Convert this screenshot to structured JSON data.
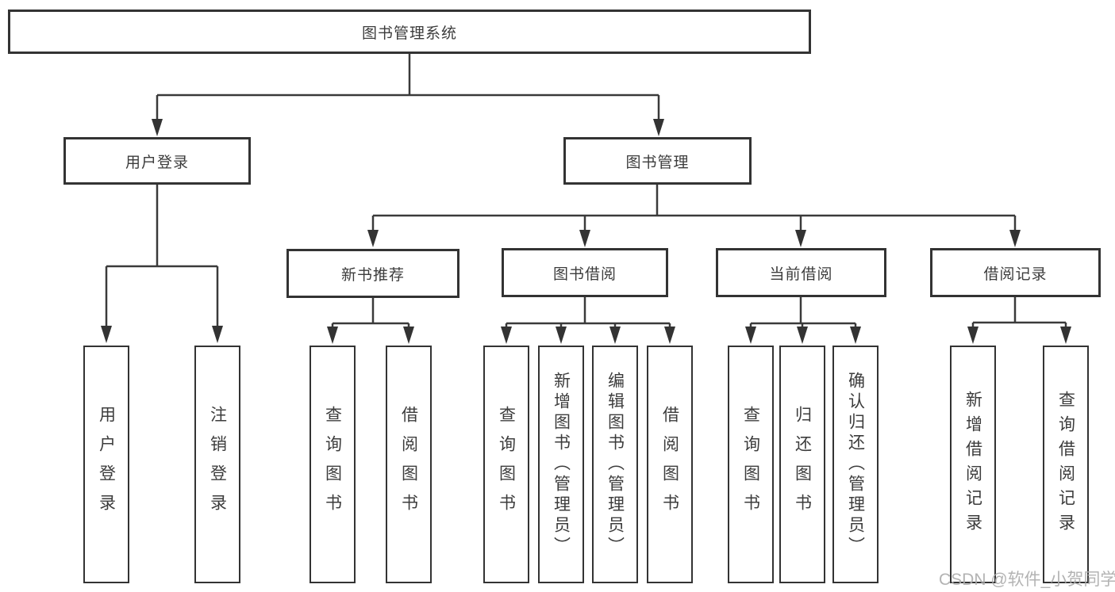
{
  "diagram_type": "hierarchy-tree",
  "colors": {
    "line": "#3a3a3a",
    "box_border": "#333333",
    "box_fill": "#ffffff",
    "text": "#3c3c3c",
    "watermark": "#acacac"
  },
  "tree": {
    "label": "图书管理系统",
    "children": [
      {
        "label": "用户登录",
        "children": [
          {
            "label": "用户登录"
          },
          {
            "label": "注销登录"
          }
        ]
      },
      {
        "label": "图书管理",
        "children": [
          {
            "label": "新书推荐",
            "children": [
              {
                "label": "查询图书"
              },
              {
                "label": "借阅图书"
              }
            ]
          },
          {
            "label": "图书借阅",
            "children": [
              {
                "label": "查询图书"
              },
              {
                "label": "新增图书（管理员）"
              },
              {
                "label": "编辑图书（管理员）"
              },
              {
                "label": "借阅图书"
              }
            ]
          },
          {
            "label": "当前借阅",
            "children": [
              {
                "label": "查询图书"
              },
              {
                "label": "归还图书"
              },
              {
                "label": "确认归还（管理员）"
              }
            ]
          },
          {
            "label": "借阅记录",
            "children": [
              {
                "label": "新增借阅记录"
              },
              {
                "label": "查询借阅记录"
              }
            ]
          }
        ]
      }
    ]
  },
  "watermark": {
    "text": "CSDN @软件_小贺同学"
  }
}
